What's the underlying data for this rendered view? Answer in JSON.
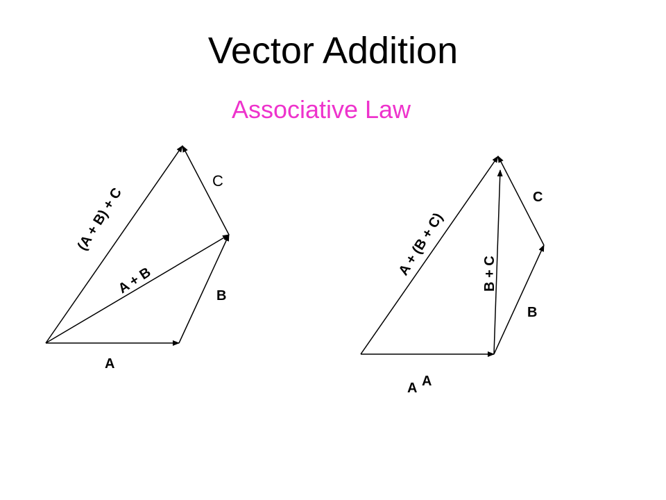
{
  "slide": {
    "title": "Vector Addition",
    "subtitle": "Associative Law",
    "subtitle_color": "#ee33cc",
    "line_color": "#000000"
  },
  "left_diagram": {
    "label_a": "A",
    "label_b": "B",
    "label_c": "C",
    "label_a_plus_b": "A + B",
    "label_sum": "(A + B) + C"
  },
  "right_diagram": {
    "label_a": "A",
    "label_a_extra": "A",
    "label_b": "B",
    "label_c": "C",
    "label_b_plus_c": "B + C",
    "label_sum": "A + (B + C)"
  }
}
